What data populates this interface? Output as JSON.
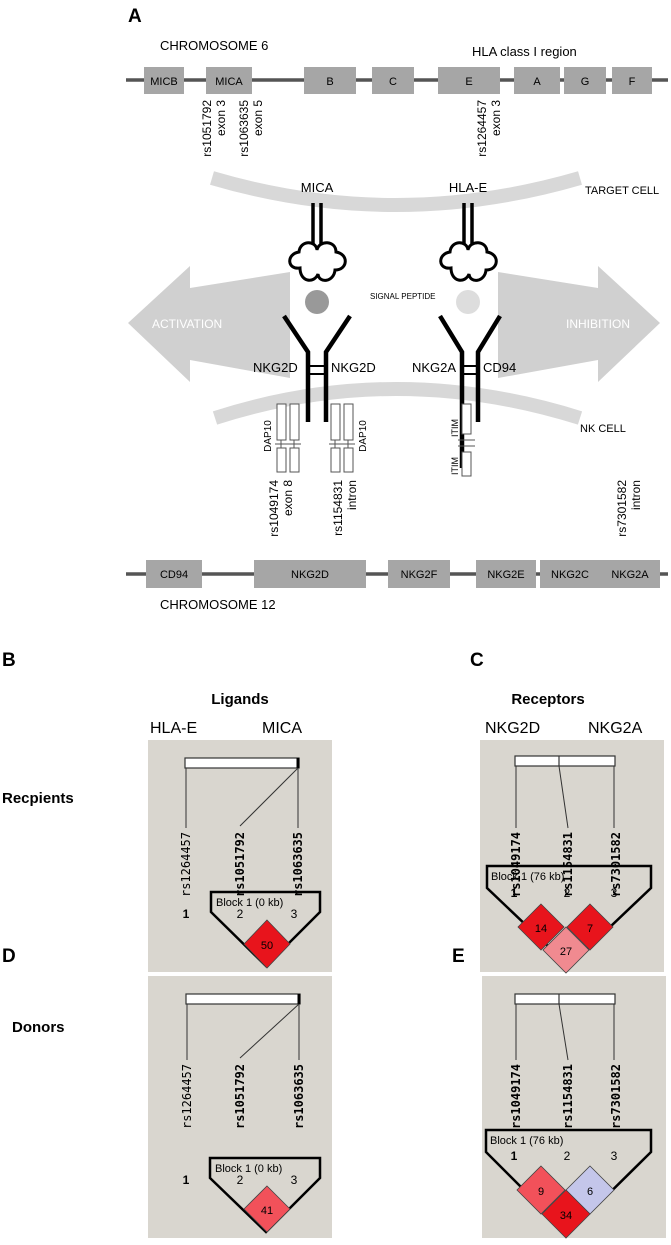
{
  "panel_labels": {
    "a": "A",
    "b": "B",
    "c": "C",
    "d": "D",
    "e": "E"
  },
  "colors": {
    "gene_box": "#a6a6a6",
    "gene_line": "#555555",
    "panel_bg": "#d9d6cf",
    "cell_membrane": "#d8d8d8",
    "arrow": "#cfcfcf",
    "ld_red": "#e8141c",
    "ld_mid": "#f2515a",
    "ld_light": "#f08a90",
    "ld_blue": "#c4c6ea"
  },
  "panel_a": {
    "chrom6": {
      "label": "CHROMOSOME 6",
      "region_label": "HLA class I region",
      "genes": [
        "MICB",
        "MICA",
        "B",
        "C",
        "E",
        "A",
        "G",
        "F"
      ],
      "snps": [
        {
          "id": "rs1051792",
          "loc": "exon 3"
        },
        {
          "id": "rs1063635",
          "loc": "exon 5"
        },
        {
          "id": "rs1264457",
          "loc": "exon 3"
        }
      ]
    },
    "mica": "MICA",
    "hlae": "HLA-E",
    "target_cell": "TARGET CELL",
    "signal_peptide": "SIGNAL PEPTIDE",
    "activation": "ACTIVATION",
    "inhibition": "INHIBITION",
    "nkg2d_left": "NKG2D",
    "nkg2d_right": "NKG2D",
    "nkg2a": "NKG2A",
    "cd94": "CD94",
    "nk_cell": "NK CELL",
    "dap10": "DAP10",
    "itim": "ITIM",
    "chrom12": {
      "label": "CHROMOSOME 12",
      "genes": [
        "CD94",
        "NKG2D",
        "NKG2F",
        "NKG2E",
        "NKG2C",
        "NKG2A"
      ],
      "snps": [
        {
          "id": "rs1049174",
          "loc": "exon 8"
        },
        {
          "id": "rs1154831",
          "loc": "intron"
        },
        {
          "id": "rs7301582",
          "loc": "intron"
        }
      ]
    }
  },
  "ligands": {
    "title": "Ligands",
    "hla_e": "HLA-E",
    "mica": "MICA",
    "snps": [
      "rs1264457",
      "rs1051792",
      "rs1063635"
    ]
  },
  "receptors": {
    "title": "Receptors",
    "nkg2d": "NKG2D",
    "nkg2a": "NKG2A",
    "snps": [
      "rs1049174",
      "rs1154831",
      "rs7301582"
    ]
  },
  "rows": {
    "recipients": "Recpients",
    "donors": "Donors"
  },
  "blocks": {
    "ligand_block": "Block 1 (0 kb)",
    "receptor_block": "Block 1 (76 kb)",
    "idx": [
      "1",
      "2",
      "3"
    ]
  },
  "ld": {
    "b": [
      "50"
    ],
    "c": [
      "14",
      "7",
      "27"
    ],
    "d": [
      "41"
    ],
    "e": [
      "9",
      "6",
      "34"
    ]
  }
}
